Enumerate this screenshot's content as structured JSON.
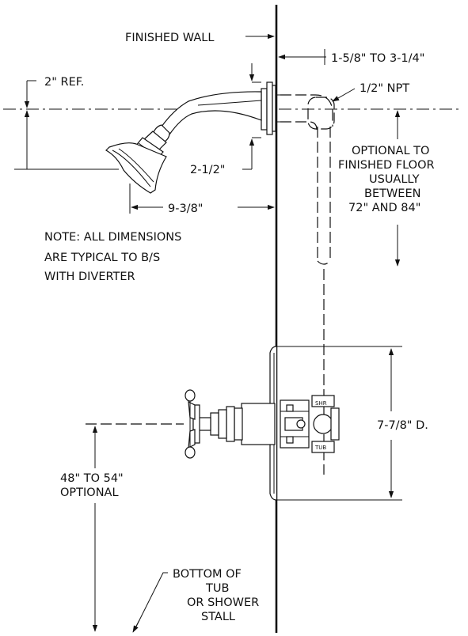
{
  "labels": {
    "finished_wall": "FINISHED WALL",
    "wall_offset": "1-5/8\" TO 3-1/4\"",
    "ref": "2\" REF.",
    "npt": "1/2\" NPT",
    "optional_1": "OPTIONAL TO",
    "optional_2": "FINISHED FLOOR",
    "optional_3": "USUALLY",
    "optional_4": "BETWEEN",
    "optional_5": "72\" AND 84\"",
    "arm_drop": "2-1/2\"",
    "reach": "9-3/8\"",
    "note_1": "NOTE: ALL DIMENSIONS",
    "note_2": "ARE TYPICAL TO B/S",
    "note_3": "WITH DIVERTER",
    "trim_dia": "7-7/8\" D.",
    "valve_height_1": "48\" TO 54\"",
    "valve_height_2": "OPTIONAL",
    "bottom_1": "BOTTOM OF",
    "bottom_2": "TUB",
    "bottom_3": "OR SHOWER",
    "bottom_4": "STALL",
    "valve_shower": "SHR",
    "valve_tub": "TUB"
  }
}
